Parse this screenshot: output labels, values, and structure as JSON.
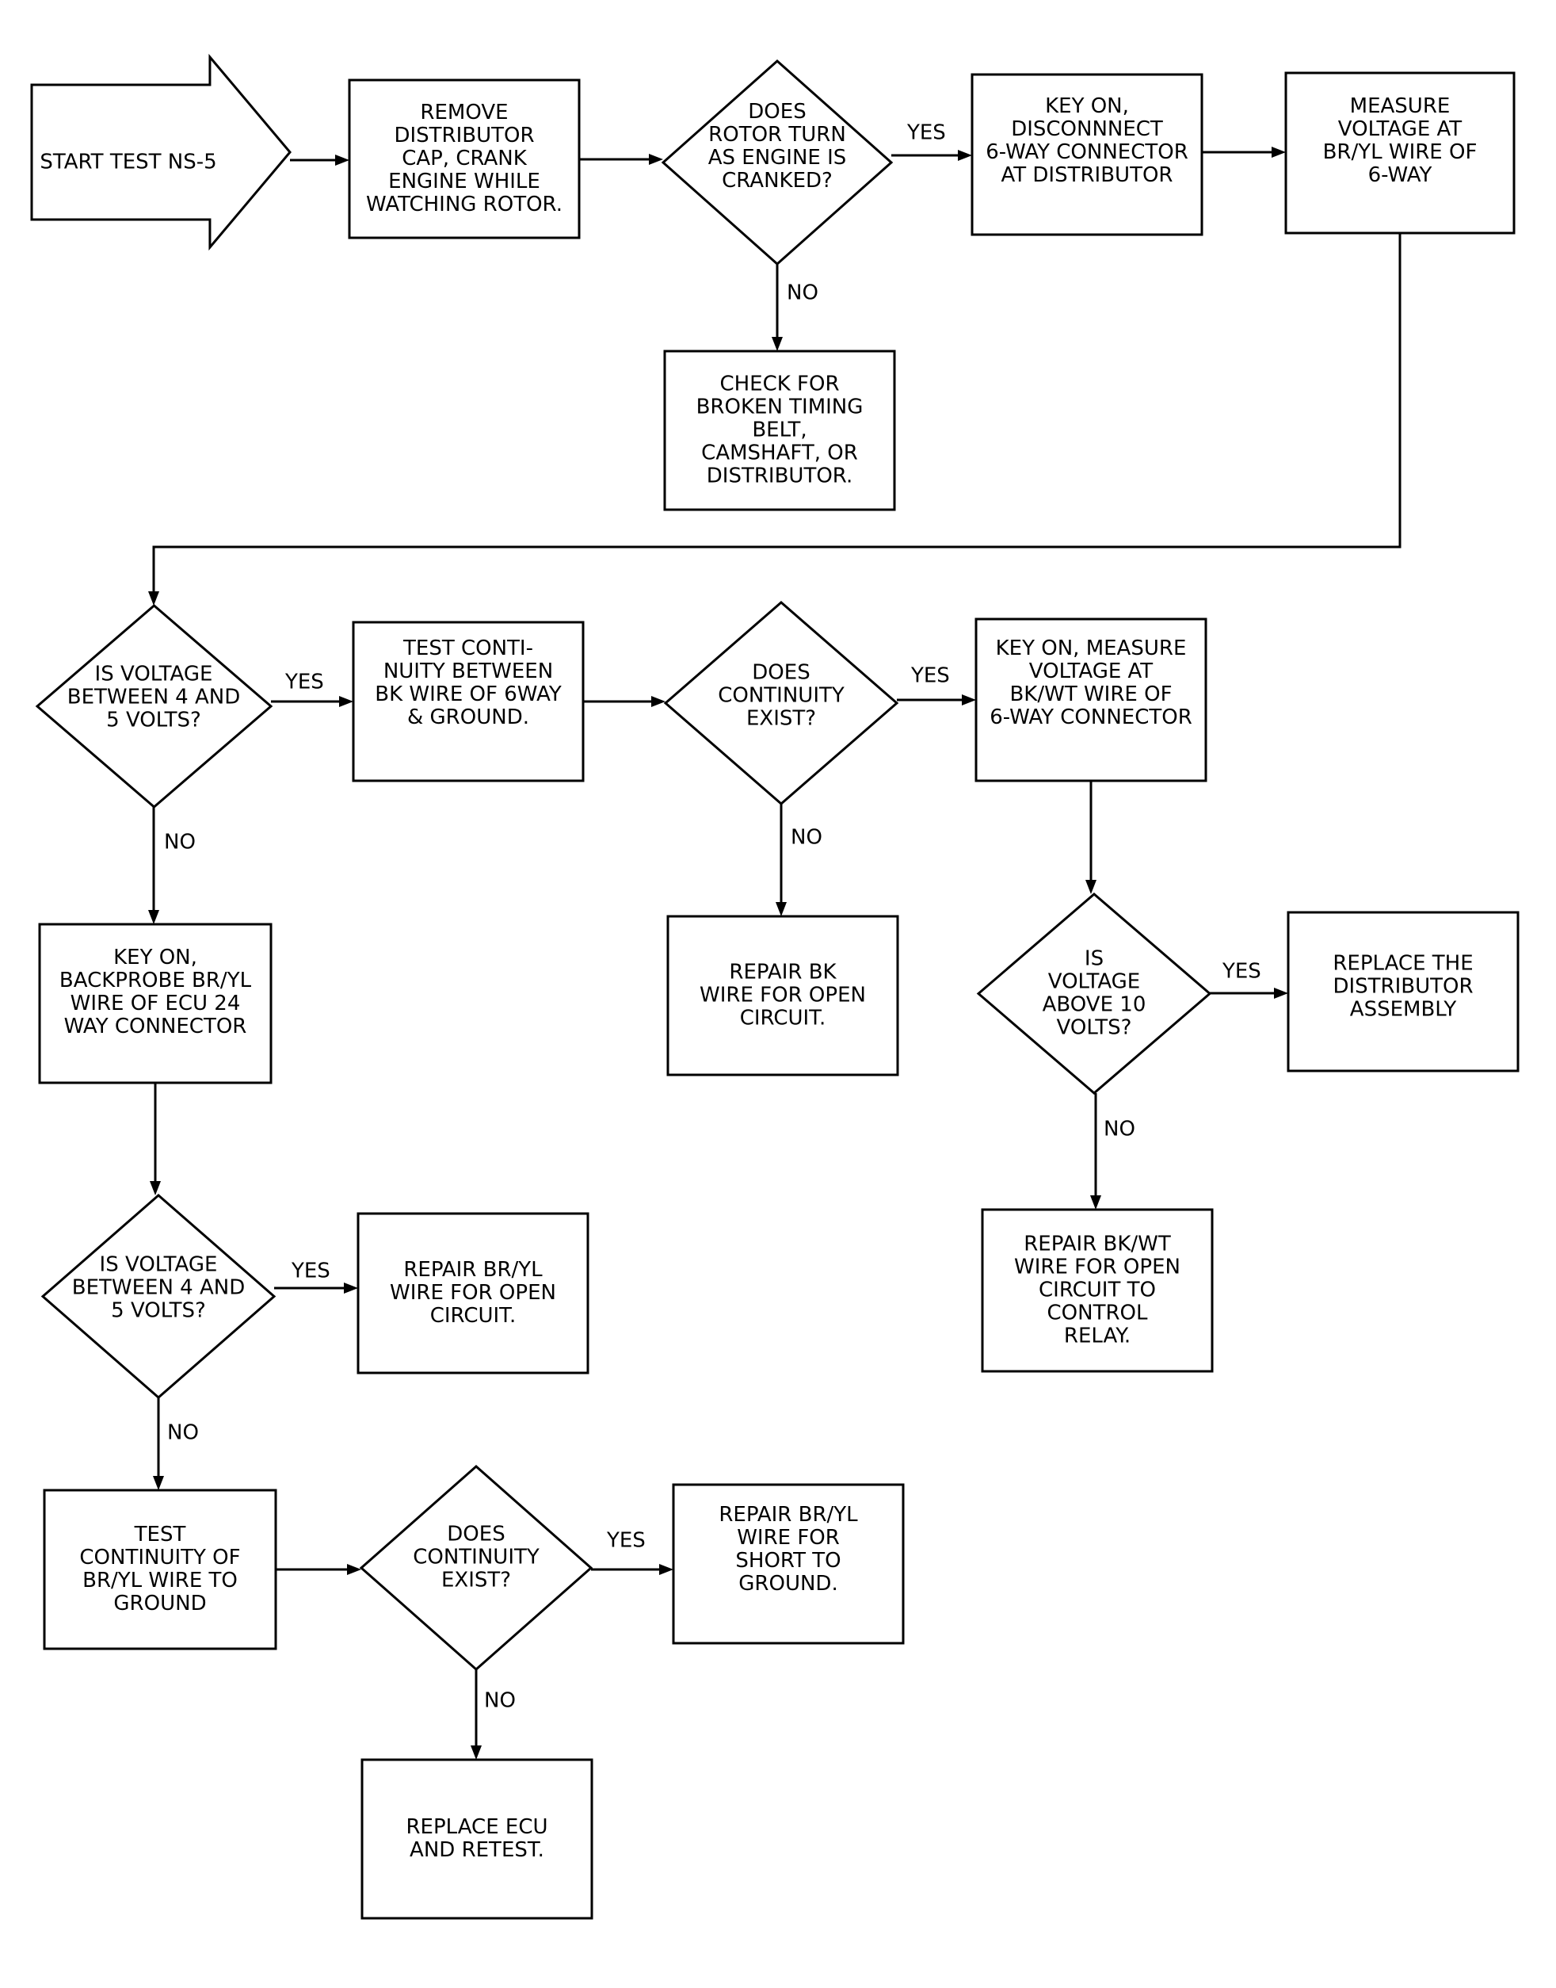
{
  "flowchart": {
    "nodes": {
      "start": {
        "shape": "arrow",
        "lines": [
          "START TEST NS-5"
        ]
      },
      "remove_cap": {
        "shape": "process",
        "lines": [
          "REMOVE",
          "DISTRIBUTOR",
          "CAP, CRANK",
          "ENGINE WHILE",
          "WATCHING ROTOR."
        ]
      },
      "rotor_turn": {
        "shape": "decision",
        "lines": [
          "DOES",
          "ROTOR TURN",
          "AS ENGINE IS",
          "CRANKED?"
        ]
      },
      "broken_belt": {
        "shape": "process",
        "lines": [
          "CHECK FOR",
          "BROKEN TIMING",
          "BELT,",
          "CAMSHAFT, OR",
          "DISTRIBUTOR."
        ]
      },
      "key_on_disconnect": {
        "shape": "process",
        "lines": [
          "KEY ON,",
          "DISCONNNECT",
          "6-WAY CONNECTOR",
          "AT DISTRIBUTOR"
        ]
      },
      "measure_voltage": {
        "shape": "process",
        "lines": [
          "MEASURE",
          "VOLTAGE AT",
          "BR/YL WIRE OF",
          "6-WAY"
        ]
      },
      "voltage_4_5_a": {
        "shape": "decision",
        "lines": [
          "IS VOLTAGE",
          "BETWEEN 4 AND",
          "5 VOLTS?"
        ]
      },
      "test_continuity_bk": {
        "shape": "process",
        "lines": [
          "TEST CONTI-",
          "NUITY BETWEEN",
          "BK WIRE OF 6WAY",
          "& GROUND."
        ]
      },
      "continuity_exist_a": {
        "shape": "decision",
        "lines": [
          "DOES",
          "CONTINUITY",
          "EXIST?"
        ]
      },
      "repair_bk": {
        "shape": "process",
        "lines": [
          "REPAIR BK",
          "WIRE FOR OPEN",
          "CIRCUIT."
        ]
      },
      "key_on_measure_bkwt": {
        "shape": "process",
        "lines": [
          "KEY ON, MEASURE",
          "VOLTAGE AT",
          "BK/WT WIRE OF",
          "6-WAY CONNECTOR"
        ]
      },
      "voltage_above_10": {
        "shape": "decision",
        "lines": [
          "IS",
          "VOLTAGE",
          "ABOVE 10",
          "VOLTS?"
        ]
      },
      "replace_distributor": {
        "shape": "process",
        "lines": [
          "REPLACE THE",
          "DISTRIBUTOR",
          "ASSEMBLY"
        ]
      },
      "repair_bkwt": {
        "shape": "process",
        "lines": [
          "REPAIR BK/WT",
          "WIRE FOR OPEN",
          "CIRCUIT TO",
          "CONTROL",
          "RELAY."
        ]
      },
      "backprobe": {
        "shape": "process",
        "lines": [
          "KEY ON,",
          "BACKPROBE BR/YL",
          "WIRE OF ECU 24",
          "WAY CONNECTOR"
        ]
      },
      "voltage_4_5_b": {
        "shape": "decision",
        "lines": [
          "IS VOLTAGE",
          "BETWEEN 4 AND",
          "5 VOLTS?"
        ]
      },
      "repair_bryl_open": {
        "shape": "process",
        "lines": [
          "REPAIR BR/YL",
          "WIRE FOR OPEN",
          "CIRCUIT."
        ]
      },
      "test_continuity_bryl": {
        "shape": "process",
        "lines": [
          "TEST",
          "CONTINUITY OF",
          "BR/YL WIRE TO",
          "GROUND"
        ]
      },
      "continuity_exist_b": {
        "shape": "decision",
        "lines": [
          "DOES",
          "CONTINUITY",
          "EXIST?"
        ]
      },
      "repair_bryl_short": {
        "shape": "process",
        "lines": [
          "REPAIR BR/YL",
          "WIRE FOR",
          "SHORT TO",
          "GROUND."
        ]
      },
      "replace_ecu": {
        "shape": "process",
        "lines": [
          "REPLACE ECU",
          "AND RETEST."
        ]
      }
    },
    "edges": [
      {
        "id": "start_to_remove",
        "from": "start",
        "to": "remove_cap",
        "label": ""
      },
      {
        "id": "remove_to_rotor",
        "from": "remove_cap",
        "to": "rotor_turn",
        "label": ""
      },
      {
        "id": "rotor_yes",
        "from": "rotor_turn",
        "to": "key_on_disconnect",
        "label": "YES"
      },
      {
        "id": "rotor_no",
        "from": "rotor_turn",
        "to": "broken_belt",
        "label": "NO"
      },
      {
        "id": "disconnect_to_measure",
        "from": "key_on_disconnect",
        "to": "measure_voltage",
        "label": ""
      },
      {
        "id": "measure_to_voltage_a",
        "from": "measure_voltage",
        "to": "voltage_4_5_a",
        "label": ""
      },
      {
        "id": "voltage_a_yes",
        "from": "voltage_4_5_a",
        "to": "test_continuity_bk",
        "label": "YES"
      },
      {
        "id": "voltage_a_no",
        "from": "voltage_4_5_a",
        "to": "backprobe",
        "label": "NO"
      },
      {
        "id": "continuity_bk_to_exist",
        "from": "test_continuity_bk",
        "to": "continuity_exist_a",
        "label": ""
      },
      {
        "id": "exist_a_yes",
        "from": "continuity_exist_a",
        "to": "key_on_measure_bkwt",
        "label": "YES"
      },
      {
        "id": "exist_a_no",
        "from": "continuity_exist_a",
        "to": "repair_bk",
        "label": "NO"
      },
      {
        "id": "bkwt_to_above10",
        "from": "key_on_measure_bkwt",
        "to": "voltage_above_10",
        "label": ""
      },
      {
        "id": "above10_yes",
        "from": "voltage_above_10",
        "to": "replace_distributor",
        "label": "YES"
      },
      {
        "id": "above10_no",
        "from": "voltage_above_10",
        "to": "repair_bkwt",
        "label": "NO"
      },
      {
        "id": "backprobe_to_voltage_b",
        "from": "backprobe",
        "to": "voltage_4_5_b",
        "label": ""
      },
      {
        "id": "voltage_b_yes",
        "from": "voltage_4_5_b",
        "to": "repair_bryl_open",
        "label": "YES"
      },
      {
        "id": "voltage_b_no",
        "from": "voltage_4_5_b",
        "to": "test_continuity_bryl",
        "label": "NO"
      },
      {
        "id": "continuity_bryl_to_exist",
        "from": "test_continuity_bryl",
        "to": "continuity_exist_b",
        "label": ""
      },
      {
        "id": "exist_b_yes",
        "from": "continuity_exist_b",
        "to": "repair_bryl_short",
        "label": "YES"
      },
      {
        "id": "exist_b_no",
        "from": "continuity_exist_b",
        "to": "replace_ecu",
        "label": "NO"
      }
    ]
  }
}
